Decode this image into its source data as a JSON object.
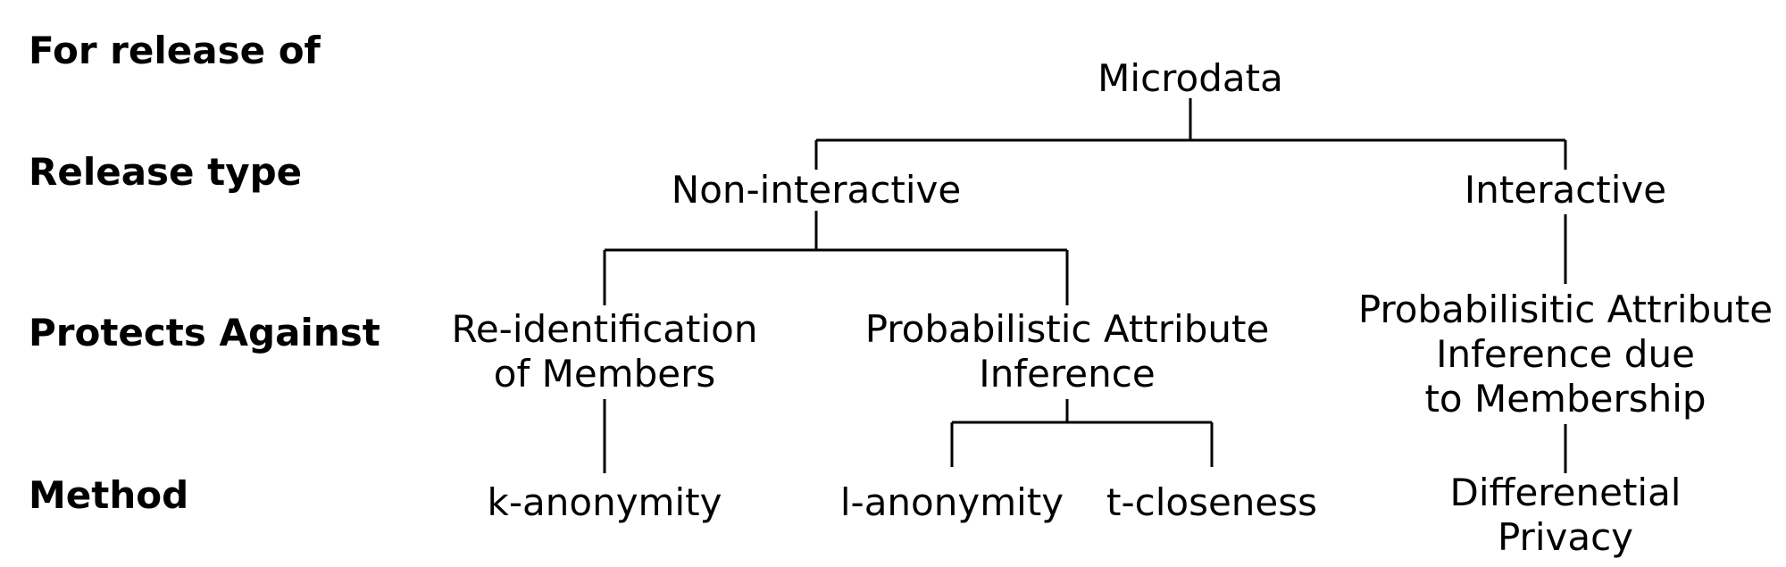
{
  "row_labels": {
    "release_of": "For release of",
    "release_type": "Release type",
    "protects_against": "Protects Against",
    "method": "Method"
  },
  "nodes": {
    "microdata": [
      "Microdata"
    ],
    "non_interactive": [
      "Non-interactive"
    ],
    "interactive": [
      "Interactive"
    ],
    "reidentification": [
      "Re-identification",
      "of Members"
    ],
    "prob_attr_inference": [
      "Probabilistic Attribute",
      "Inference"
    ],
    "prob_attr_membership": [
      "Probabilisitic Attribute",
      "Inference due",
      "to Membership"
    ],
    "k_anonymity": [
      "k-anonymity"
    ],
    "l_anonymity": [
      "l-anonymity"
    ],
    "t_closeness": [
      "t-closeness"
    ],
    "differential_privacy": [
      "Differenetial",
      "Privacy"
    ]
  },
  "colors": {
    "text": "#000000",
    "line": "#000000",
    "background": "#ffffff"
  }
}
